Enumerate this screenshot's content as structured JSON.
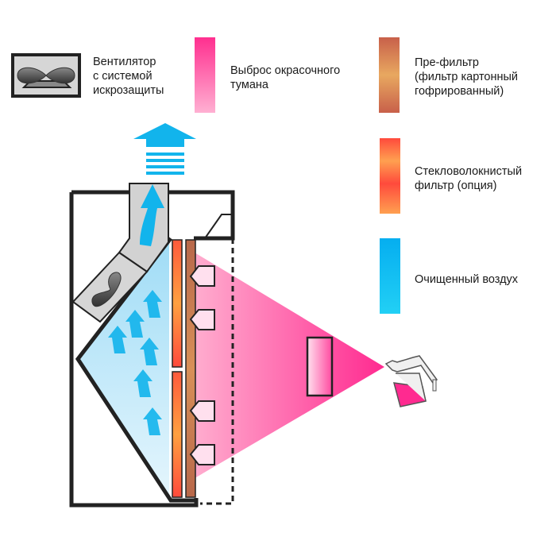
{
  "legend": {
    "fan": {
      "label": "Вентилятор\nс системой\nискрозащиты",
      "icon": "fan-icon"
    },
    "overspray": {
      "label": "Выброс окрасочного\nтумана",
      "color": "#ff3399"
    },
    "prefilter": {
      "label": "Пре-фильтр\n(фильтр картонный\nгофрированный)",
      "color": "#c86a4a"
    },
    "fiberglass": {
      "label": "Стекловолокнистый\nфильтр (опция)",
      "color": "#ff5a3c"
    },
    "clean_air": {
      "label": "Очищенный воздух",
      "color": "#12b4ec"
    }
  },
  "diagram": {
    "elements": [
      "exhaust-arrow",
      "booth-housing",
      "exhaust-duct",
      "fan-unit",
      "clean-air-chamber",
      "fiberglass-filters",
      "prefilter",
      "overspray-cone",
      "workpiece",
      "spray-gun"
    ]
  }
}
